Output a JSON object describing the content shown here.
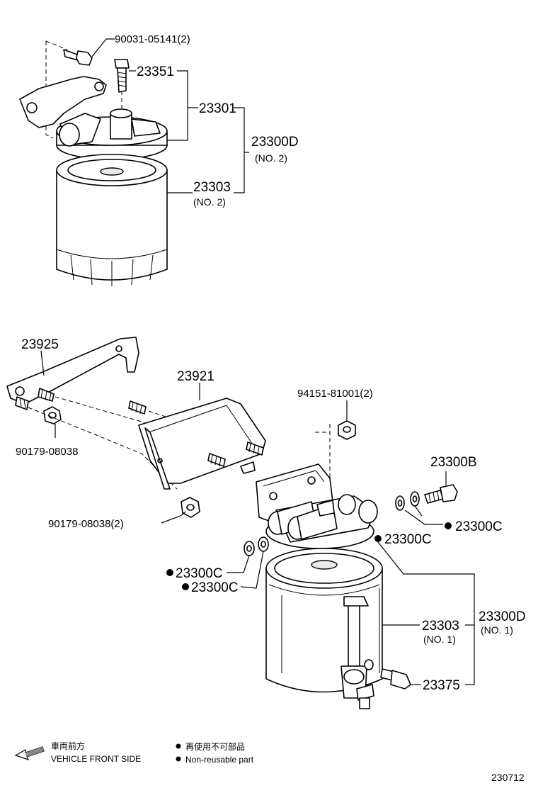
{
  "upper_assembly": {
    "bolt_label": "90031-05141(2)",
    "plug_bolt_label": "23351",
    "bracket_label": "23301",
    "assy_label": "23300D",
    "assy_sub": "(NO. 2)",
    "element_label": "23303",
    "element_sub": "(NO. 2)"
  },
  "lower_assembly": {
    "stay_label": "23925",
    "bracket_label": "23921",
    "nut_upper_label": "94151-81001(2)",
    "nut_left_label": "90179-08038",
    "nut_lower_label": "90179-08038(2)",
    "vent_bolt_label": "23300B",
    "gasket_right_label": "23300C",
    "gasket_mid_label": "23300C",
    "gasket_left_a_label": "23300C",
    "gasket_left_b_label": "23300C",
    "element_label": "23303",
    "element_sub": "(NO. 1)",
    "assy_label": "23300D",
    "assy_sub": "(NO. 1)",
    "sensor_label": "23375"
  },
  "legend": {
    "front_jp": "車両前方",
    "front_en": "VEHICLE FRONT SIDE",
    "nonreuse_jp": "再使用不可部品",
    "nonreuse_en": "Non-reusable part"
  },
  "diagram_code": "230712"
}
